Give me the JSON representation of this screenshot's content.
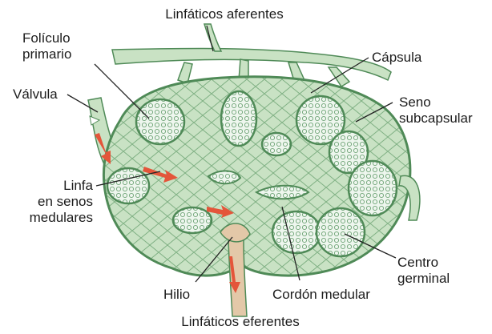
{
  "labels": {
    "afferent": "Linfáticos aferentes",
    "follicle_line1": "Folículo",
    "follicle_line2": "primario",
    "capsule": "Cápsula",
    "valve": "Válvula",
    "sinus_line1": "Seno",
    "sinus_line2": "subcapsular",
    "lymph_line1": "Linfa",
    "lymph_line2": "en senos",
    "lymph_line3": "medulares",
    "center_line1": "Centro",
    "center_line2": "germinal",
    "hilum": "Hilio",
    "cord": "Cordón medular",
    "efferent": "Linfáticos eferentes"
  },
  "colors": {
    "tissue_fill": "#c9e2c4",
    "tissue_outline": "#4f8a57",
    "follicle_fill": "#eef6ee",
    "follicle_cell": "#6ea476",
    "lymph_arrow": "#e4553a",
    "hilum_fill": "#e3c8a8",
    "leader_line": "#222222"
  }
}
